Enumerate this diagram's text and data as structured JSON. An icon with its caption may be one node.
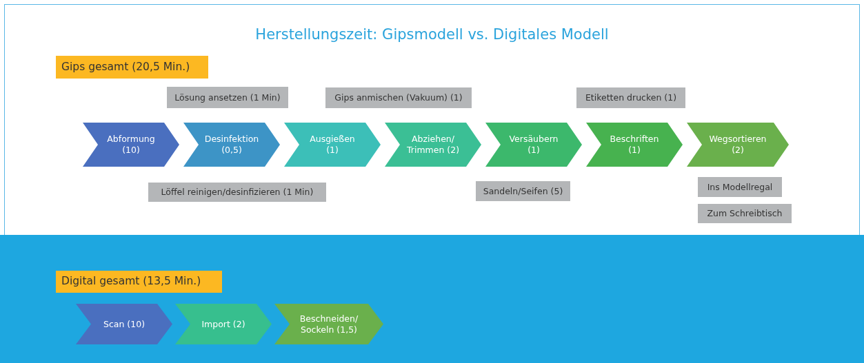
{
  "diagram": {
    "title": "Herstellungszeit: Gipsmodell vs. Digitales Modell",
    "nodes": [
      {
        "text": [
          "Gips gesamt (20,5 Min.)"
        ]
      },
      {
        "text": [
          "Lösung ansetzen (1 Min)"
        ]
      },
      {
        "text": [
          "Gips anmischen (Vakuum) (1)"
        ]
      },
      {
        "text": [
          "Etiketten drucken (1)"
        ]
      },
      {
        "text": [
          "Abformung (10)"
        ]
      },
      {
        "text": [
          "Desinfektion (0,5)"
        ]
      },
      {
        "text": [
          "Ausgießen (1)"
        ]
      },
      {
        "text": [
          "Abziehen/ Trimmen (2)"
        ]
      },
      {
        "text": [
          "Versäubern (1)"
        ]
      },
      {
        "text": [
          "Beschriften (1)"
        ]
      },
      {
        "text": [
          "Wegsortieren (2)"
        ]
      },
      {
        "text": [
          "Löffel reinigen/desinfizieren (1 Min)"
        ]
      },
      {
        "text": [
          "Sandeln/Seifen (5)"
        ]
      },
      {
        "text": [
          "Ins Modellregal"
        ]
      },
      {
        "text": [
          "Zum Schreibtisch"
        ]
      },
      {
        "text": [
          "Digital gesamt (13,5 Min.)"
        ]
      },
      {
        "text": [
          "Scan (10)"
        ]
      },
      {
        "text": [
          "Import (2)"
        ]
      },
      {
        "text": [
          "Beschneiden/ Sockeln (1,5)"
        ]
      }
    ]
  }
}
